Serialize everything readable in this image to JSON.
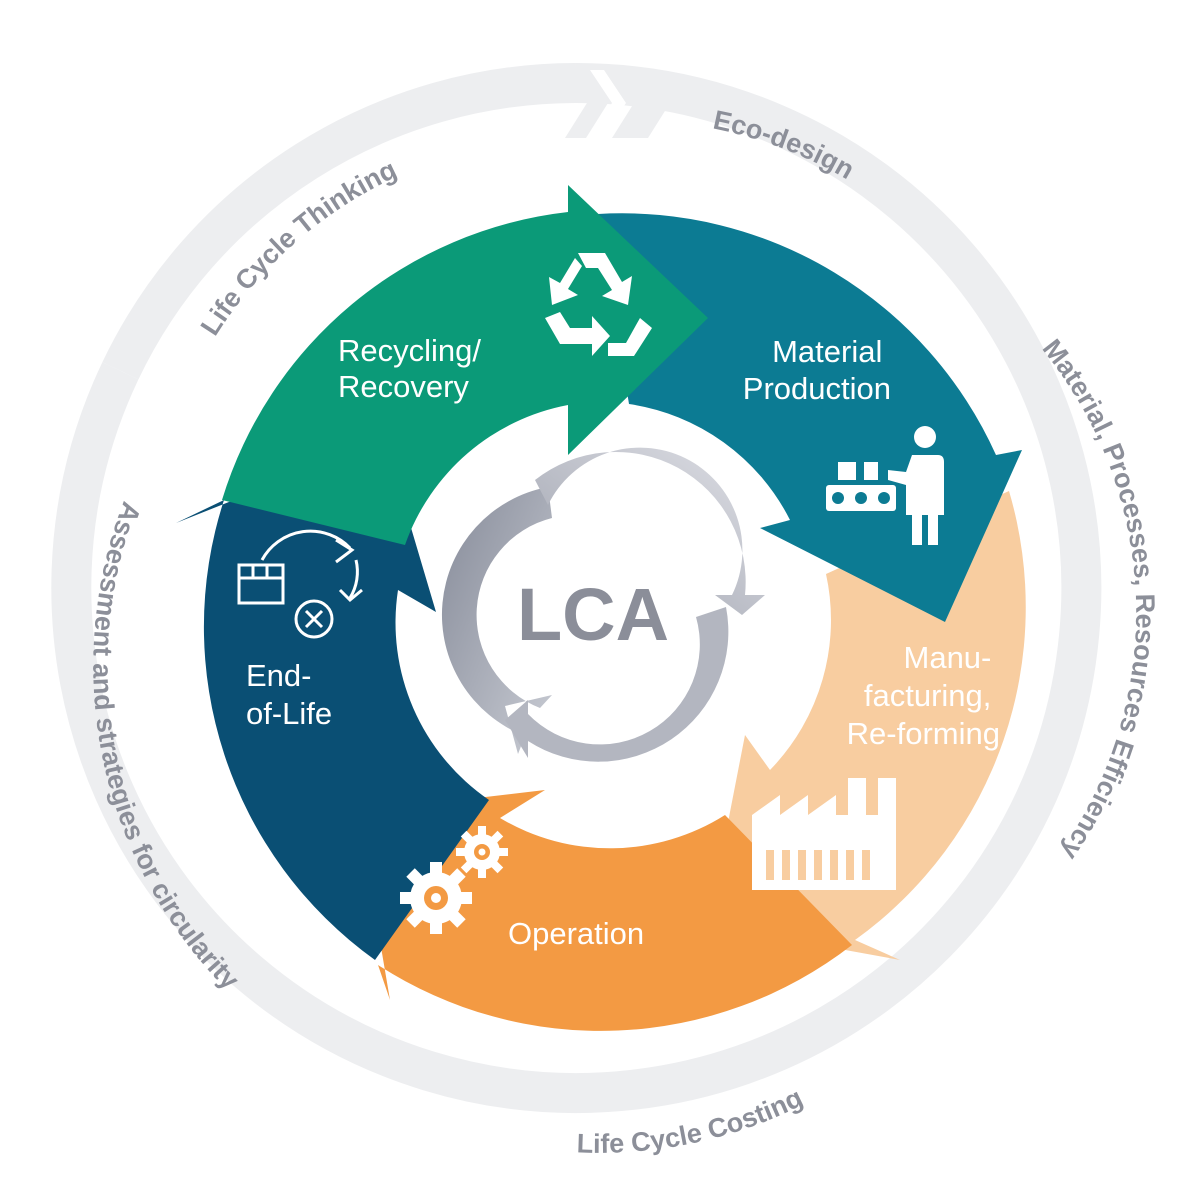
{
  "center": {
    "label": "LCA"
  },
  "outer_ring": {
    "labels": {
      "life_cycle_thinking": "Life Cycle Thinking",
      "eco_design": "Eco-design",
      "material_processes": "Material, Processes, Resources Efficiency",
      "life_cycle_costing": "Life Cycle Costing",
      "assessment": "Assessment and strategies for circularity"
    }
  },
  "stages": {
    "recycling": {
      "line1": "Recycling/",
      "line2": "Recovery",
      "icon": "recycle-icon"
    },
    "material": {
      "line1": "Material",
      "line2": "Production",
      "icon": "conveyor-worker-icon"
    },
    "manufacturing": {
      "line1": "Manu-",
      "line2": "facturing,",
      "line3": "Re-forming",
      "icon": "factory-icon"
    },
    "operation": {
      "line1": "Operation",
      "icon": "gears-icon"
    },
    "end_of_life": {
      "line1": "End-",
      "line2": "of-Life",
      "icon": "disposal-cycle-icon"
    }
  },
  "colors": {
    "recycling": "#0b9a78",
    "material": "#0c7b93",
    "manufacturing": "#f8cda0",
    "operation": "#f39a43",
    "end_of_life": "#0a4f74",
    "outer_ring": "#edeef0",
    "outer_text": "#8c8f99",
    "center_text": "#8b8e99"
  }
}
